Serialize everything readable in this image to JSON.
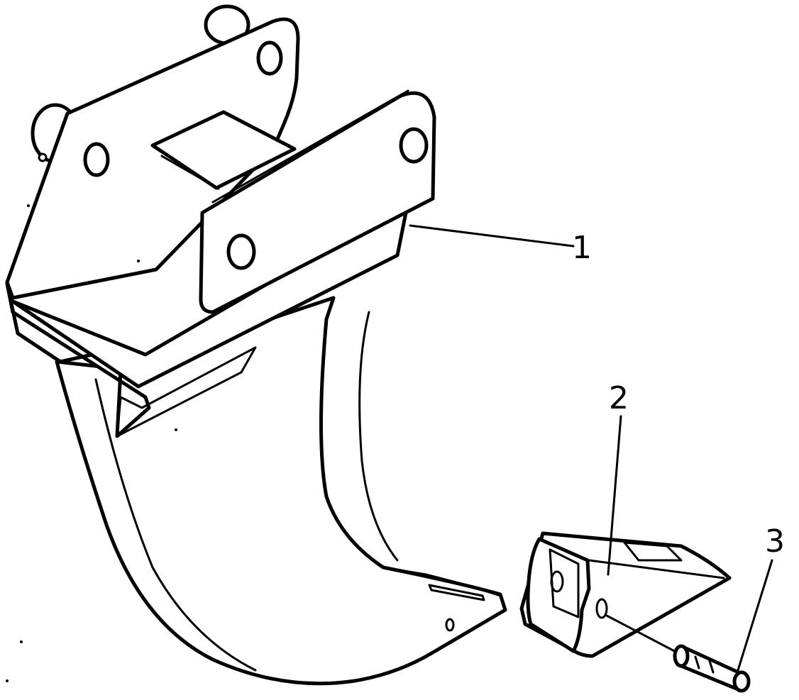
{
  "callouts": [
    {
      "id": "1",
      "text": "1"
    },
    {
      "id": "2",
      "text": "2"
    },
    {
      "id": "3",
      "text": "3"
    }
  ],
  "colors": {
    "ink": "#000000",
    "background": "#ffffff"
  }
}
